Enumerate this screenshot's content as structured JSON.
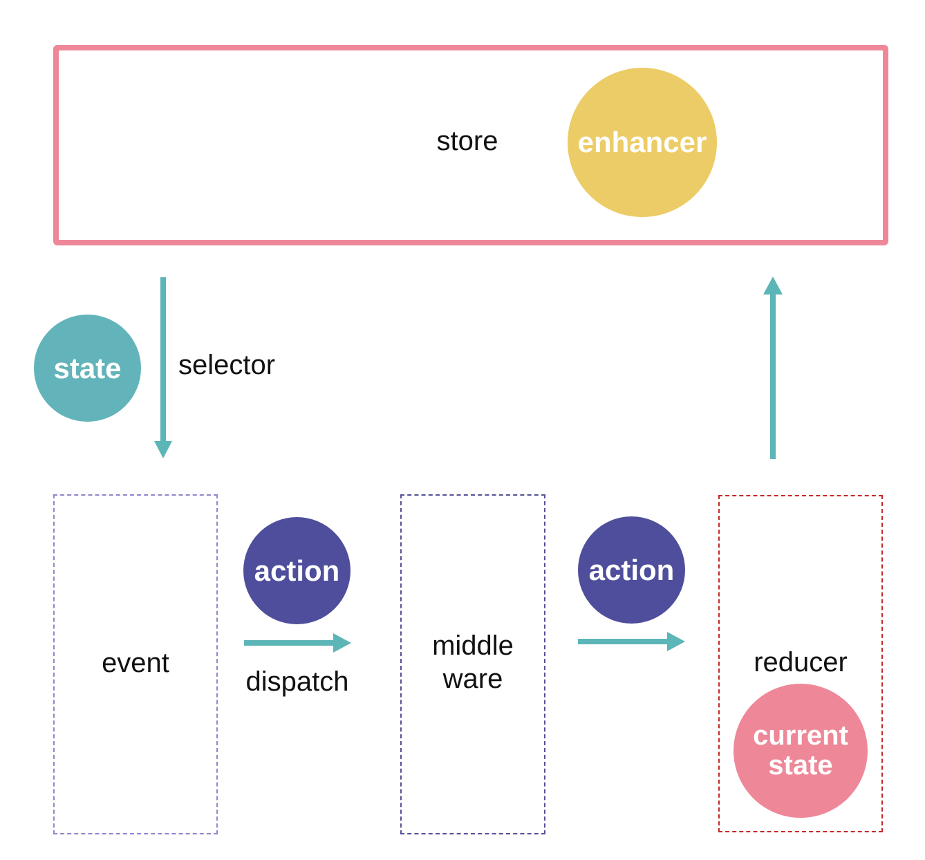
{
  "colors": {
    "store_border": "#EE8898",
    "arrow": "#5CB5B7",
    "enhancer": "#ECCC66",
    "state": "#63B4BA",
    "action": "#4E4E9C",
    "current_state": "#EE8898",
    "event_border": "#8E86CF",
    "middleware_border": "#54509A",
    "reducer_border": "#C22A2A"
  },
  "store": {
    "label": "store",
    "enhancer": "enhancer"
  },
  "flow": {
    "state": "state",
    "selector": "selector"
  },
  "event": {
    "label": "event"
  },
  "dispatch": {
    "action": "action",
    "label": "dispatch"
  },
  "middleware": {
    "line1": "middle",
    "line2": "ware",
    "action": "action"
  },
  "reducer": {
    "label": "reducer",
    "current_line1": "current",
    "current_line2": "state"
  }
}
